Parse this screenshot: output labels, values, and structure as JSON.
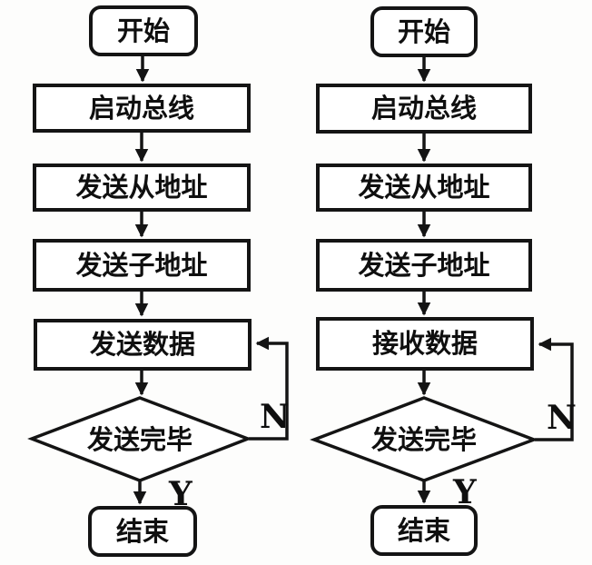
{
  "diagram": {
    "background": "#ffffff",
    "line_color": "#141414",
    "text_color": "#0f0f0f",
    "flowcharts": [
      {
        "id": "send-flow",
        "nodes": {
          "start": "开始",
          "init_bus": "启动总线",
          "send_slave_address": "发送从地址",
          "send_sub_address": "发送子地址",
          "data_step": "发送数据",
          "decision": "发送完毕",
          "end": "结束"
        },
        "no_label": "N",
        "yes_label": "Y"
      },
      {
        "id": "receive-flow",
        "nodes": {
          "start": "开始",
          "init_bus": "启动总线",
          "send_slave_address": "发送从地址",
          "send_sub_address": "发送子地址",
          "data_step": "接收数据",
          "decision": "发送完毕",
          "end": "结束"
        },
        "no_label": "N",
        "yes_label": "Y"
      }
    ]
  }
}
